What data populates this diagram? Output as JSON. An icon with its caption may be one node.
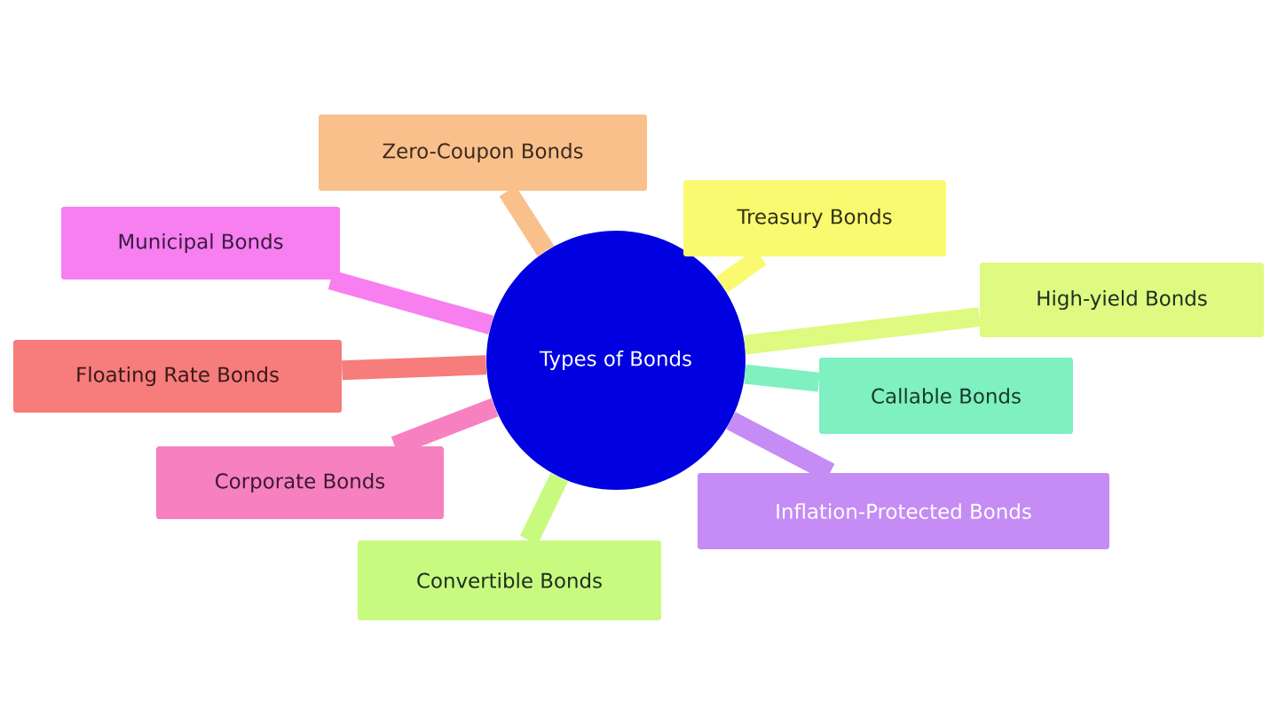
{
  "diagram": {
    "nodes": [
      {
        "text": [
          "Types of Bonds"
        ]
      },
      {
        "text": [
          "Zero-Coupon Bonds"
        ]
      },
      {
        "text": [
          "Treasury Bonds"
        ]
      },
      {
        "text": [
          "Municipal Bonds"
        ]
      },
      {
        "text": [
          "High-yield Bonds"
        ]
      },
      {
        "text": [
          "Floating Rate Bonds"
        ]
      },
      {
        "text": [
          "Callable Bonds"
        ]
      },
      {
        "text": [
          "Corporate Bonds"
        ]
      },
      {
        "text": [
          "Inflation-Protected Bonds"
        ]
      },
      {
        "text": [
          "Convertible Bonds"
        ]
      }
    ],
    "edges": [
      {
        "from": 0,
        "to": 1,
        "arrow": "none",
        "color": "#f9c08b"
      },
      {
        "from": 0,
        "to": 2,
        "arrow": "none",
        "color": "#fafa70"
      },
      {
        "from": 0,
        "to": 3,
        "arrow": "none",
        "color": "#f77ff0"
      },
      {
        "from": 0,
        "to": 4,
        "arrow": "none",
        "color": "#defa80"
      },
      {
        "from": 0,
        "to": 5,
        "arrow": "none",
        "color": "#f77c7c"
      },
      {
        "from": 0,
        "to": 6,
        "arrow": "none",
        "color": "#7ff0c0"
      },
      {
        "from": 0,
        "to": 7,
        "arrow": "none",
        "color": "#f780c0"
      },
      {
        "from": 0,
        "to": 8,
        "arrow": "none",
        "color": "#c48cf4"
      },
      {
        "from": 0,
        "to": 9,
        "arrow": "none",
        "color": "#c8fa80"
      }
    ]
  }
}
